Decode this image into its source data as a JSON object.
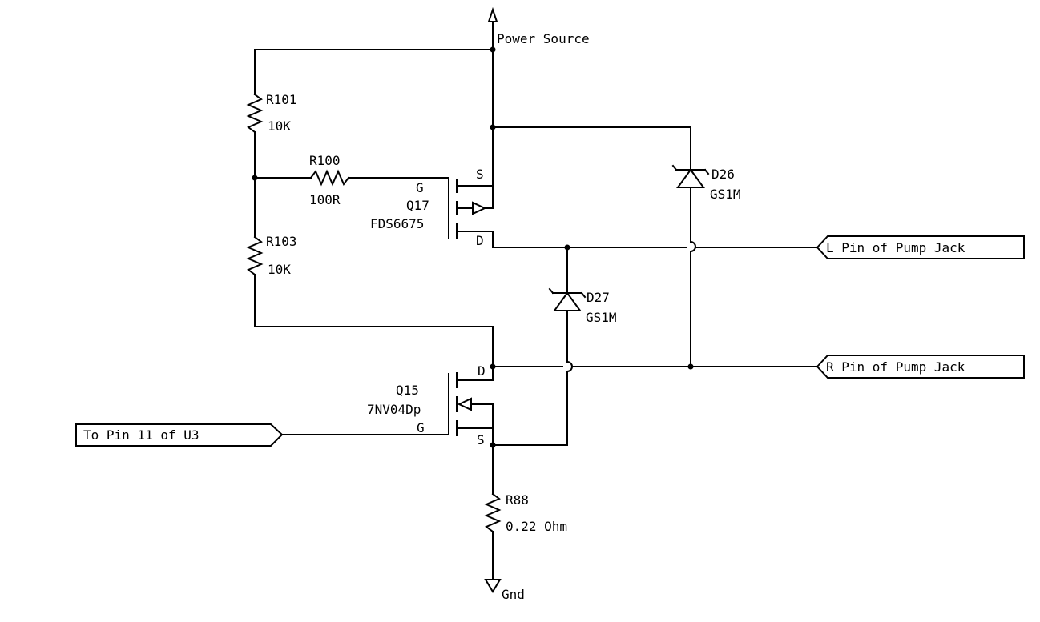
{
  "power": {
    "label": "Power Source"
  },
  "ground": {
    "label": "Gnd"
  },
  "resistors": {
    "r101": {
      "ref": "R101",
      "value": "10K"
    },
    "r100": {
      "ref": "R100",
      "value": "100R"
    },
    "r103": {
      "ref": "R103",
      "value": "10K"
    },
    "r88": {
      "ref": "R88",
      "value": "0.22 Ohm"
    }
  },
  "transistors": {
    "q17": {
      "ref": "Q17",
      "part": "FDS6675",
      "gate": "G",
      "source": "S",
      "drain": "D"
    },
    "q15": {
      "ref": "Q15",
      "part": "7NV04Dp",
      "gate": "G",
      "source": "S",
      "drain": "D"
    }
  },
  "diodes": {
    "d26": {
      "ref": "D26",
      "part": "GS1M"
    },
    "d27": {
      "ref": "D27",
      "part": "GS1M"
    }
  },
  "ports": {
    "left_pin": "L Pin of Pump Jack",
    "right_pin": "R Pin of Pump Jack",
    "u3_pin": "To Pin 11 of U3"
  }
}
